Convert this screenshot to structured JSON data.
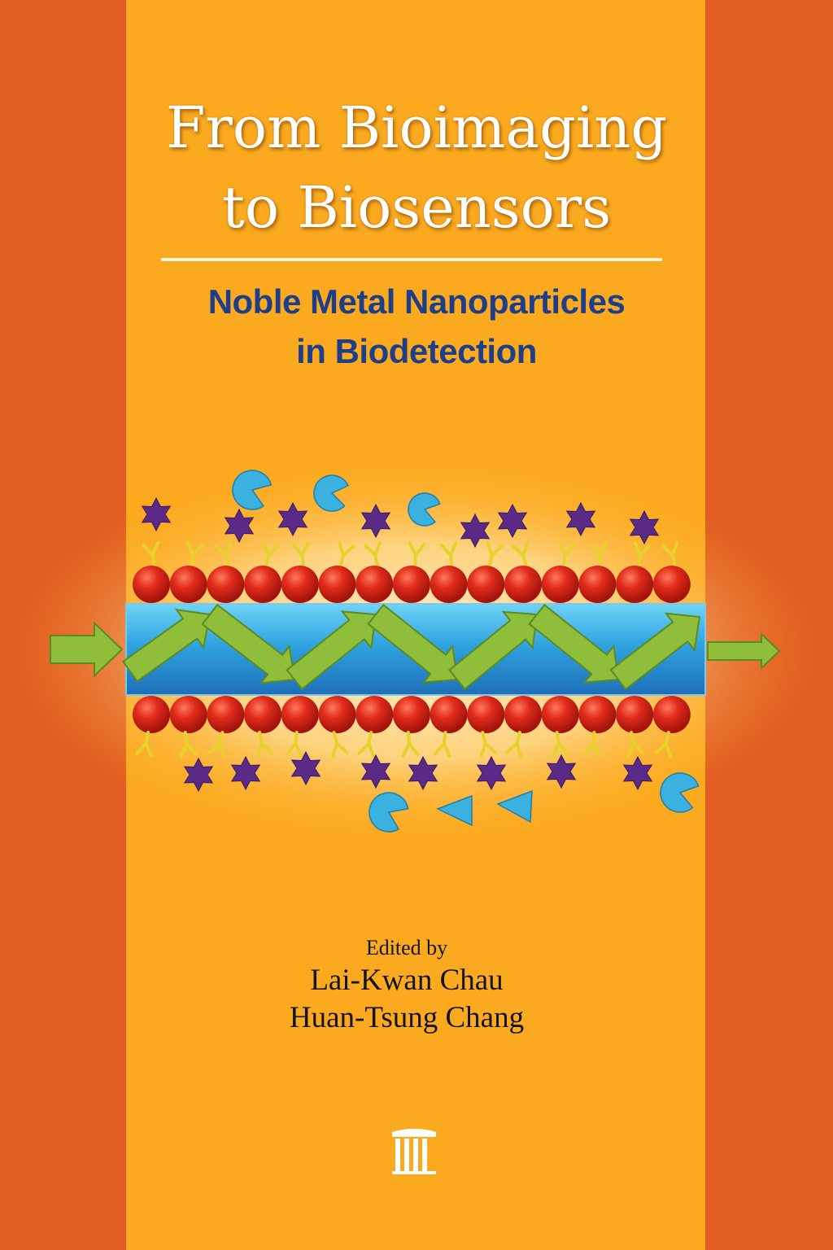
{
  "cover": {
    "title_lines": [
      "From Bioimaging",
      "to Biosensors"
    ],
    "subtitle_lines": [
      "Noble Metal Nanoparticles",
      "in Biodetection"
    ],
    "edited_by": "Edited by",
    "editors": [
      "Lai-Kwan Chau",
      "Huan-Tsung Chang"
    ]
  },
  "illustration": {
    "description_icons": [
      "star-molecule-icon",
      "pacman-molecule-icon",
      "triangle-molecule-icon",
      "y-antibody-icon",
      "red-nanoparticle-icon",
      "waveguide-arrow-icon"
    ]
  },
  "publisher": {
    "logo_icon": "pillar-logo-icon"
  },
  "colors": {
    "side_bands": "#e15d22",
    "center_panel": "#fbaa1f",
    "subtitle": "#1d3f8a",
    "nanoparticle": "#d8261b",
    "waveguide": "#2f95d6",
    "arrow": "#8fbf3a",
    "antibody": "#e6d22a",
    "star": "#5a2a86",
    "pacman": "#3ab1de"
  }
}
